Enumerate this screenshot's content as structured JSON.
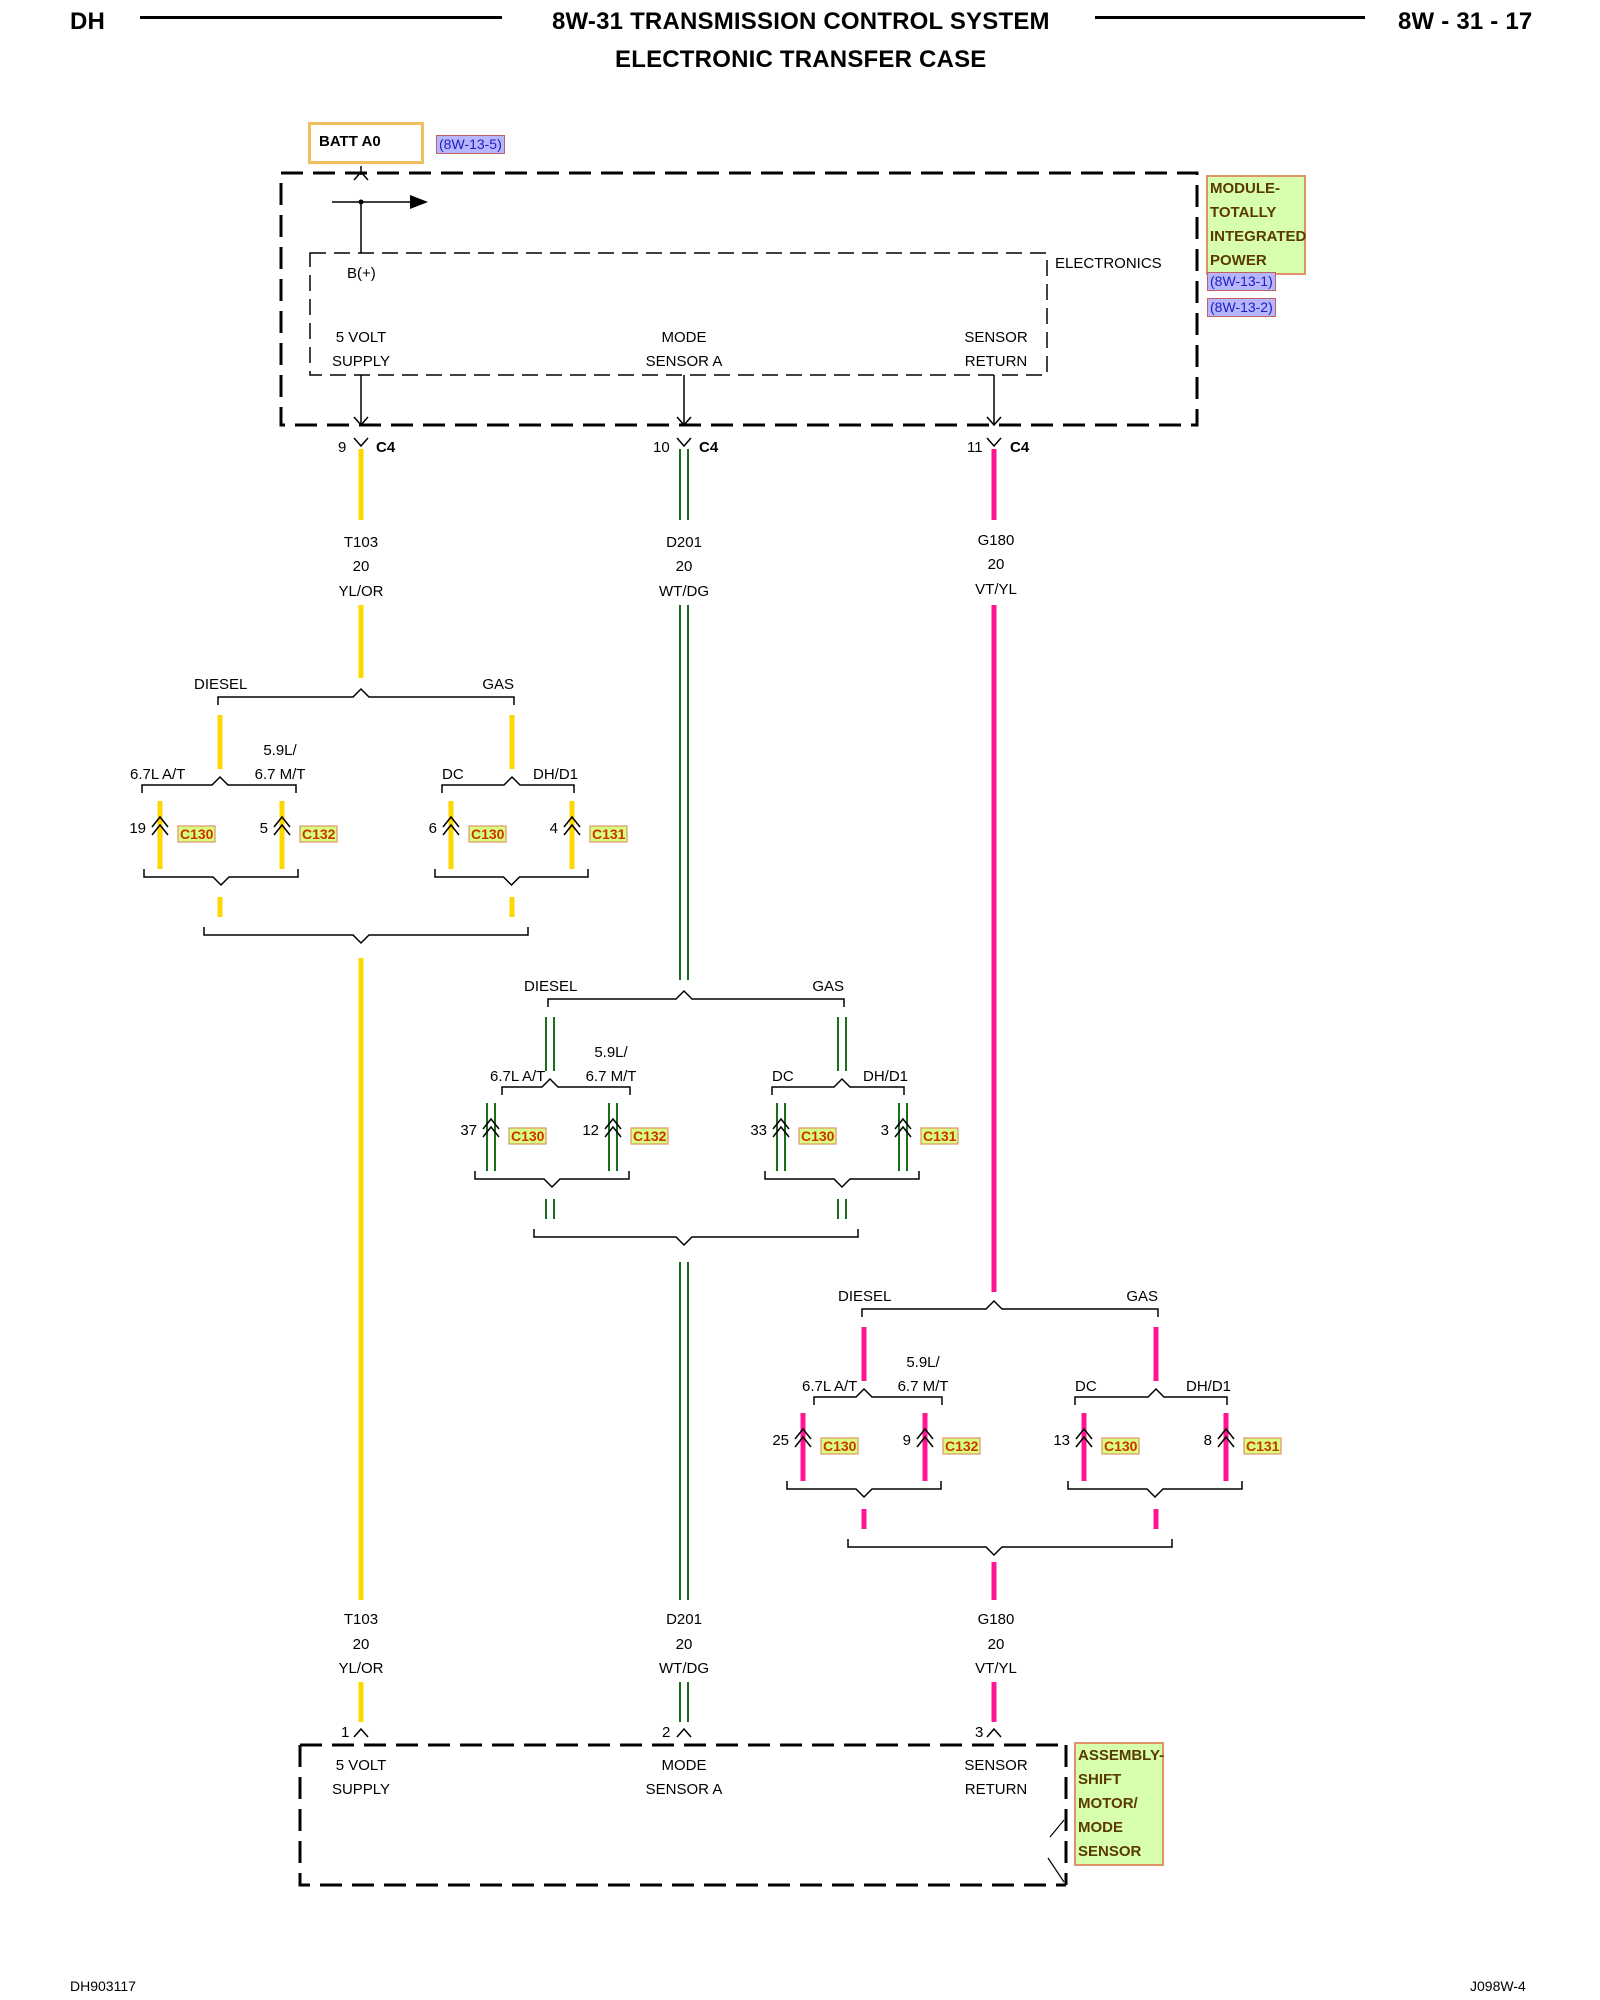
{
  "header": {
    "left": "DH",
    "title": "8W-31 TRANSMISSION CONTROL SYSTEM",
    "subtitle": "ELECTRONIC TRANSFER CASE",
    "right": "8W - 31 - 17"
  },
  "footer": {
    "left": "DH903117",
    "right": "J098W-4"
  },
  "batt": {
    "label": "BATT A0",
    "ref": "(8W-13-5)"
  },
  "module": {
    "name_lines": [
      "MODULE-",
      "TOTALLY",
      "INTEGRATED",
      "POWER"
    ],
    "refs": [
      "(8W-13-1)",
      "(8W-13-2)"
    ],
    "electronics": "ELECTRONICS",
    "bplus": "B(+)",
    "connector": "C4",
    "pins": [
      {
        "line1": "5 VOLT",
        "line2": "SUPPLY",
        "pin": "9"
      },
      {
        "line1": "MODE",
        "line2": "SENSOR A",
        "pin": "10"
      },
      {
        "line1": "SENSOR",
        "line2": "RETURN",
        "pin": "11"
      }
    ]
  },
  "wires": [
    {
      "circuit": "T103",
      "gauge": "20",
      "color_code": "YL/OR",
      "color": "#ffd700"
    },
    {
      "circuit": "D201",
      "gauge": "20",
      "color_code": "WT/DG",
      "color": "#1a6e1a"
    },
    {
      "circuit": "G180",
      "gauge": "20",
      "color_code": "VT/YL",
      "color": "#ff1493"
    }
  ],
  "splits": [
    {
      "diesel": "DIESEL",
      "gas": "GAS",
      "left_a": "6.7L A/T",
      "left_b_1": "5.9L/",
      "left_b_2": "6.7 M/T",
      "right_a": "DC",
      "right_b": "DH/D1",
      "connectors": [
        {
          "pin": "19",
          "conn": "C130"
        },
        {
          "pin": "5",
          "conn": "C132"
        },
        {
          "pin": "6",
          "conn": "C130"
        },
        {
          "pin": "4",
          "conn": "C131"
        }
      ]
    },
    {
      "diesel": "DIESEL",
      "gas": "GAS",
      "left_a": "6.7L A/T",
      "left_b_1": "5.9L/",
      "left_b_2": "6.7 M/T",
      "right_a": "DC",
      "right_b": "DH/D1",
      "connectors": [
        {
          "pin": "37",
          "conn": "C130"
        },
        {
          "pin": "12",
          "conn": "C132"
        },
        {
          "pin": "33",
          "conn": "C130"
        },
        {
          "pin": "3",
          "conn": "C131"
        }
      ]
    },
    {
      "diesel": "DIESEL",
      "gas": "GAS",
      "left_a": "6.7L A/T",
      "left_b_1": "5.9L/",
      "left_b_2": "6.7 M/T",
      "right_a": "DC",
      "right_b": "DH/D1",
      "connectors": [
        {
          "pin": "25",
          "conn": "C130"
        },
        {
          "pin": "9",
          "conn": "C132"
        },
        {
          "pin": "13",
          "conn": "C130"
        },
        {
          "pin": "8",
          "conn": "C131"
        }
      ]
    }
  ],
  "assembly": {
    "name_lines": [
      "ASSEMBLY-",
      "SHIFT",
      "MOTOR/",
      "MODE",
      "SENSOR"
    ],
    "pins": [
      {
        "line1": "5 VOLT",
        "line2": "SUPPLY",
        "pin": "1"
      },
      {
        "line1": "MODE",
        "line2": "SENSOR A",
        "pin": "2"
      },
      {
        "line1": "SENSOR",
        "line2": "RETURN",
        "pin": "3"
      }
    ]
  }
}
